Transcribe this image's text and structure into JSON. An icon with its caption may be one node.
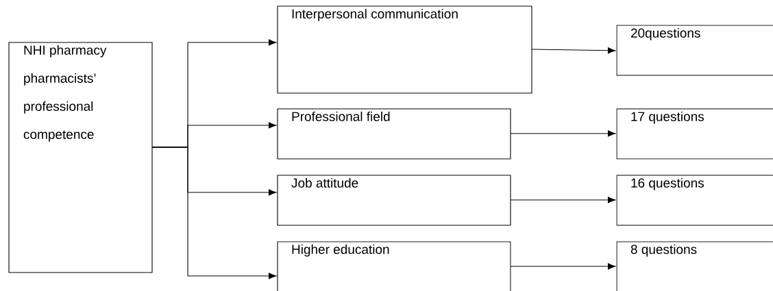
{
  "diagram": {
    "nodes": [
      {
        "text": [
          "NHI pharmacy pharmacists’ professional competence"
        ]
      },
      {
        "text": [
          "Interpersonal communication"
        ]
      },
      {
        "text": [
          "Professional field"
        ]
      },
      {
        "text": [
          "Job attitude"
        ]
      },
      {
        "text": [
          "Higher education"
        ]
      },
      {
        "text": [
          "20questions"
        ]
      },
      {
        "text": [
          "17 questions"
        ]
      },
      {
        "text": [
          "16 questions"
        ]
      },
      {
        "text": [
          "8 questions"
        ]
      }
    ],
    "edges": [
      {
        "from": 0,
        "to": 1,
        "arrow": "to"
      },
      {
        "from": 0,
        "to": 2,
        "arrow": "to"
      },
      {
        "from": 0,
        "to": 3,
        "arrow": "to"
      },
      {
        "from": 0,
        "to": 4,
        "arrow": "to"
      },
      {
        "from": 1,
        "to": 5,
        "arrow": "to"
      },
      {
        "from": 2,
        "to": 6,
        "arrow": "to"
      },
      {
        "from": 3,
        "to": 7,
        "arrow": "to"
      },
      {
        "from": 4,
        "to": 8,
        "arrow": "to"
      }
    ]
  }
}
